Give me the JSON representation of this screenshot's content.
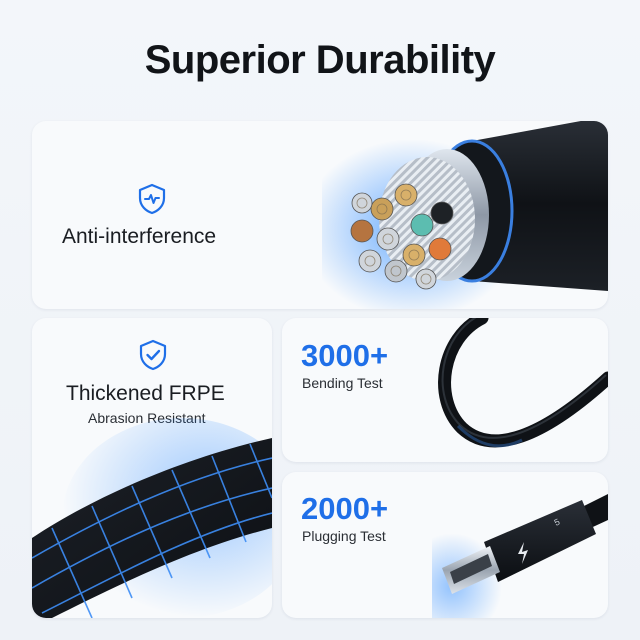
{
  "header": {
    "title": "Superior Durability"
  },
  "features": {
    "anti_interference": {
      "label": "Anti-interference",
      "icon": "shield-pulse-icon"
    },
    "frpe": {
      "label": "Thickened FRPE",
      "sublabel": "Abrasion Resistant",
      "icon": "shield-check-icon"
    }
  },
  "stats": {
    "bending": {
      "value": "3000+",
      "label": "Bending Test"
    },
    "plugging": {
      "value": "2000+",
      "label": "Plugging Test"
    }
  },
  "colors": {
    "accent": "#1f6fe8",
    "title": "#111418",
    "cable": "#15181d"
  }
}
